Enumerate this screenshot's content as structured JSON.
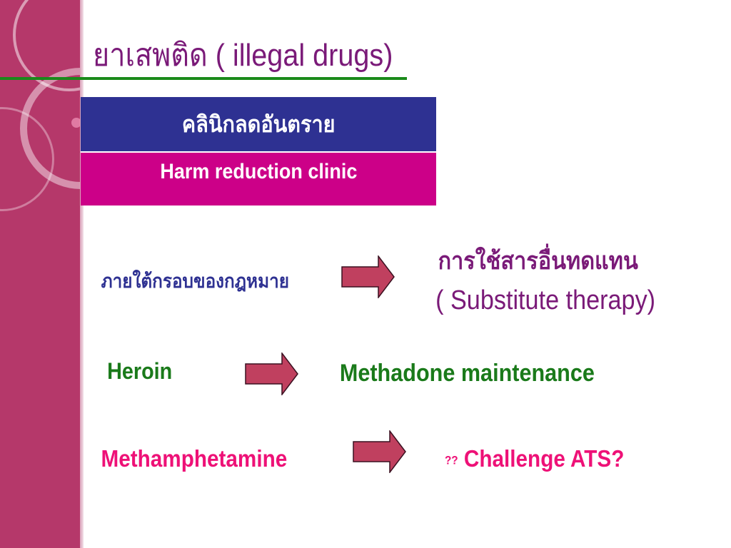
{
  "title": {
    "thai": "ยาเสพติด",
    "english": "( illegal drugs)"
  },
  "table": {
    "thai_header": "คลินิกลดอันตราย",
    "english_header": "Harm reduction clinic"
  },
  "rows": {
    "legal_framework": "ภายใต้กรอบของกฎหมาย",
    "substitute_thai": "การใช้สารอื่นทดแทน",
    "substitute_english": "( Substitute therapy)",
    "heroin": "Heroin",
    "methadone": "Methadone maintenance",
    "methamphetamine": "Methamphetamine",
    "challenge_prefix": "??",
    "challenge_text": "Challenge  ATS?"
  },
  "colors": {
    "sidebar": "#b5386a",
    "title": "#7a1a78",
    "table_blue": "#2e3192",
    "table_magenta": "#cc0088",
    "green": "#1a7a1a",
    "pink": "#ee1177",
    "arrow_fill": "#c0405f"
  }
}
